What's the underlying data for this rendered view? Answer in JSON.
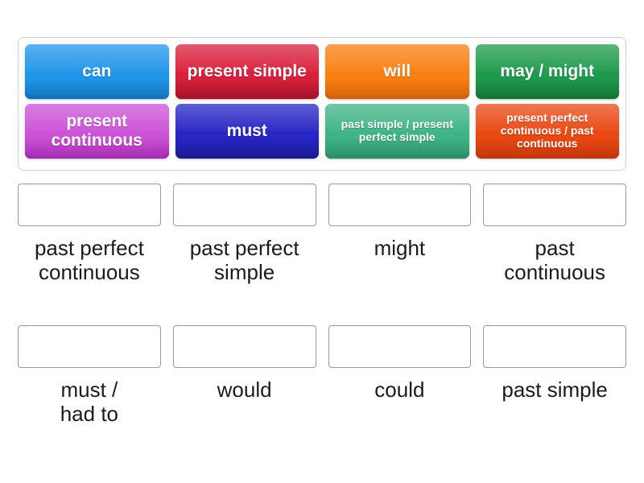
{
  "tray": {
    "rows": [
      {
        "tiles": [
          {
            "label": "can",
            "size": "big",
            "color": "#2196e8",
            "color_dark": "#1273bd"
          },
          {
            "label": "present\nsimple",
            "size": "big",
            "color": "#d8213c",
            "color_dark": "#a8122a"
          },
          {
            "label": "will",
            "size": "big",
            "color": "#f98012",
            "color_dark": "#d4620a"
          },
          {
            "label": "may / might",
            "size": "big",
            "color": "#1f9a4d",
            "color_dark": "#147538"
          }
        ]
      },
      {
        "tiles": [
          {
            "label": "present\ncontinuous",
            "size": "big",
            "color": "#cc52d8",
            "color_dark": "#a32cb0"
          },
          {
            "label": "must",
            "size": "big",
            "color": "#2726c4",
            "color_dark": "#1a1a93"
          },
          {
            "label": "past simple\n/ present\nperfect simple",
            "size": "small",
            "color": "#3fb486",
            "color_dark": "#2a8f68"
          },
          {
            "label": "present perfect\ncontinuous /\npast continuous",
            "size": "small",
            "color": "#ea4813",
            "color_dark": "#c2360b"
          }
        ]
      }
    ]
  },
  "answers": {
    "rows": [
      {
        "cells": [
          {
            "label": "past perfect\ncontinuous",
            "value": ""
          },
          {
            "label": "past perfect\nsimple",
            "value": ""
          },
          {
            "label": "might",
            "value": ""
          },
          {
            "label": "past\ncontinuous",
            "value": ""
          }
        ]
      },
      {
        "cells": [
          {
            "label": "must /\nhad to",
            "value": ""
          },
          {
            "label": "would",
            "value": ""
          },
          {
            "label": "could",
            "value": ""
          },
          {
            "label": "past simple",
            "value": ""
          }
        ]
      }
    ]
  }
}
